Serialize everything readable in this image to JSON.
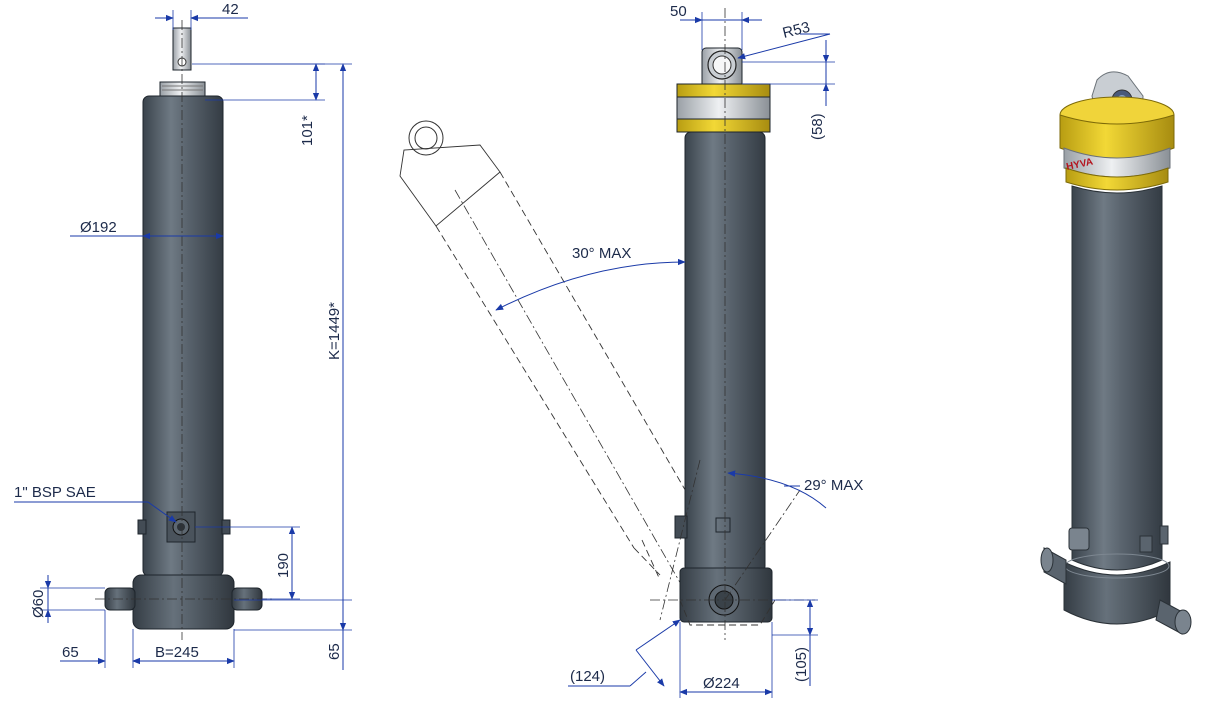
{
  "views": {
    "front": {
      "labels": {
        "pin_width": "42",
        "top_height": "101*",
        "diameter": "Ø192",
        "length": "K=1449*",
        "port": "1\" BSP SAE",
        "port_height": "190",
        "trunnion_diameter": "Ø60",
        "trunnion_offset": "65",
        "base_width": "B=245",
        "bottom_height": "65"
      }
    },
    "side": {
      "labels": {
        "eye_width": "50",
        "eye_radius": "R53",
        "eye_height": "(58)",
        "tilt_back": "30° MAX",
        "tilt_front": "29° MAX",
        "tilt_offset": "(124)",
        "base_diameter": "Ø224",
        "base_height": "(105)"
      }
    },
    "render": {
      "collar_text": "HYVA"
    }
  },
  "colors": {
    "cylinder_body": "#4b5560",
    "cylinder_highlight": "#8a949d",
    "collar_yellow": "#e8cc2c",
    "dimension_blue": "#1a3aa8",
    "dimension_text": "#1c2a4a"
  }
}
